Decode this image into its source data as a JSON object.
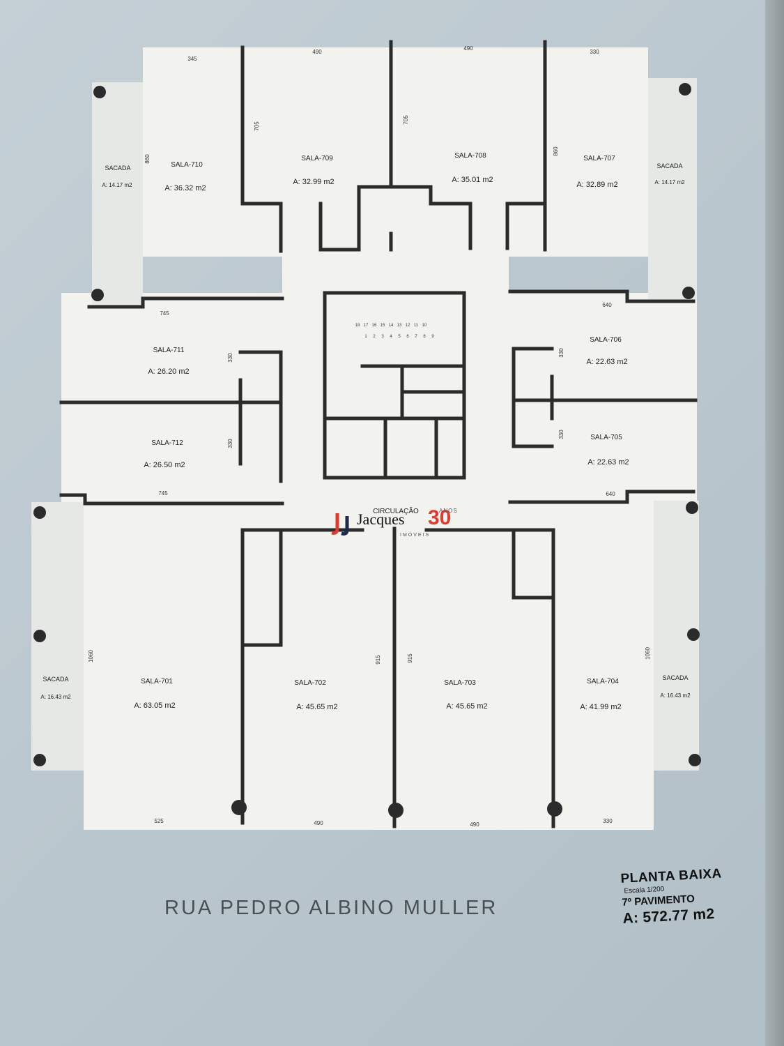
{
  "plan": {
    "street": "RUA PEDRO ALBINO MULLER",
    "circulation": "CIRCULAÇÃO",
    "stair_numbers_top": [
      "18",
      "17",
      "16",
      "15",
      "14",
      "13",
      "12",
      "11",
      "10"
    ],
    "stair_numbers_bottom": [
      "1",
      "2",
      "3",
      "4",
      "5",
      "6",
      "7",
      "8",
      "9"
    ],
    "rooms": [
      {
        "id": "710",
        "label": "SALA-710",
        "area": "A: 36.32 m2"
      },
      {
        "id": "709",
        "label": "SALA-709",
        "area": "A: 32.99 m2"
      },
      {
        "id": "708",
        "label": "SALA-708",
        "area": "A: 35.01 m2"
      },
      {
        "id": "707",
        "label": "SALA-707",
        "area": "A: 32.89 m2"
      },
      {
        "id": "711",
        "label": "SALA-711",
        "area": "A: 26.20 m2"
      },
      {
        "id": "712",
        "label": "SALA-712",
        "area": "A: 26.50 m2"
      },
      {
        "id": "706",
        "label": "SALA-706",
        "area": "A: 22.63 m2"
      },
      {
        "id": "705",
        "label": "SALA-705",
        "area": "A: 22.63 m2"
      },
      {
        "id": "701",
        "label": "SALA-701",
        "area": "A: 63.05 m2"
      },
      {
        "id": "702",
        "label": "SALA-702",
        "area": "A: 45.65 m2"
      },
      {
        "id": "703",
        "label": "SALA-703",
        "area": "A: 45.65 m2"
      },
      {
        "id": "704",
        "label": "SALA-704",
        "area": "A: 41.99 m2"
      }
    ],
    "balconies": [
      {
        "id": "nw",
        "label": "SACADA",
        "area": "A: 14.17 m2"
      },
      {
        "id": "ne",
        "label": "SACADA",
        "area": "A: 14.17 m2"
      },
      {
        "id": "sw",
        "label": "SACADA",
        "area": "A: 16.43 m2"
      },
      {
        "id": "se",
        "label": "SACADA",
        "area": "A: 16.43 m2"
      }
    ],
    "dimensions": {
      "top_710": "345",
      "top_709": "490",
      "top_708": "490",
      "top_707": "330",
      "side_710": "860",
      "side_709": "705",
      "side_708": "705",
      "side_707": "860",
      "w_711": "745",
      "w_712": "745",
      "w_706": "640",
      "w_705": "640",
      "d_711": "330",
      "d_712": "330",
      "d_706": "330",
      "d_705": "330",
      "side_701": "1060",
      "side_702": "915",
      "side_703": "915",
      "side_704": "1060",
      "bot_701": "525",
      "bot_702": "490",
      "bot_703": "490",
      "bot_704": "330"
    }
  },
  "title_block": {
    "title": "PLANTA BAIXA",
    "scale": "Escala 1/200",
    "floor": "7º PAVIMENTO",
    "total_area": "A: 572.77 m2"
  },
  "logo": {
    "brand": "Jacques",
    "years": "30",
    "anos": "ANOS",
    "sub": "IMÓVEIS"
  },
  "colors": {
    "wall": "#2b2b2b",
    "floor": "#f2f2ef",
    "balcony": "#e6e8e6",
    "logo_red": "#e03b2f"
  }
}
